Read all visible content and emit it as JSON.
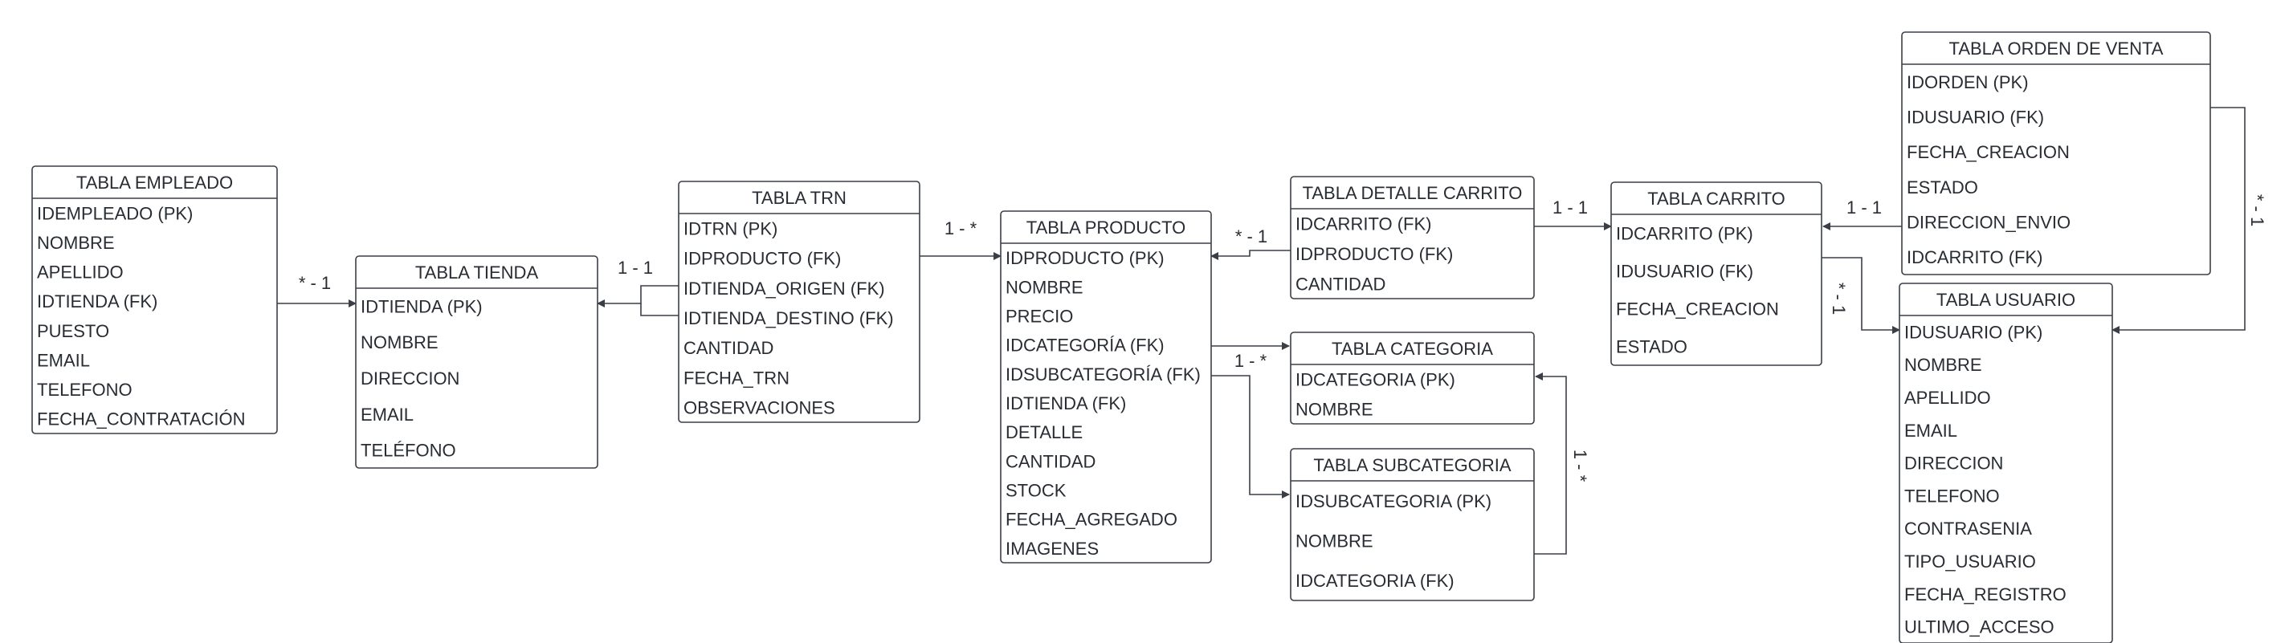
{
  "tables": {
    "empleado": {
      "title": "TABLA EMPLEADO",
      "fields": [
        "IDEMPLEADO (PK)",
        "NOMBRE",
        "APELLIDO",
        "IDTIENDA (FK)",
        "PUESTO",
        "EMAIL",
        "TELEFONO",
        "FECHA_CONTRATACIÓN"
      ]
    },
    "tienda": {
      "title": "TABLA TIENDA",
      "fields": [
        "IDTIENDA (PK)",
        "NOMBRE",
        "DIRECCION",
        "EMAIL",
        "TELÉFONO"
      ]
    },
    "trn": {
      "title": "TABLA TRN",
      "fields": [
        "IDTRN (PK)",
        "IDPRODUCTO (FK)",
        "IDTIENDA_ORIGEN (FK)",
        "IDTIENDA_DESTINO (FK)",
        "CANTIDAD",
        "FECHA_TRN",
        "OBSERVACIONES"
      ]
    },
    "producto": {
      "title": "TABLA PRODUCTO",
      "fields": [
        "IDPRODUCTO (PK)",
        "NOMBRE",
        "PRECIO",
        "IDCATEGORÍA (FK)",
        "IDSUBCATEGORÍA (FK)",
        "IDTIENDA (FK)",
        "DETALLE",
        "CANTIDAD",
        "STOCK",
        "FECHA_AGREGADO",
        "IMAGENES"
      ]
    },
    "detalle_carrito": {
      "title": "TABLA DETALLE CARRITO",
      "fields": [
        "IDCARRITO (FK)",
        "IDPRODUCTO (FK)",
        "CANTIDAD"
      ]
    },
    "categoria": {
      "title": "TABLA CATEGORIA",
      "fields": [
        "IDCATEGORIA (PK)",
        "NOMBRE"
      ]
    },
    "subcategoria": {
      "title": "TABLA SUBCATEGORIA",
      "fields": [
        "IDSUBCATEGORIA (PK)",
        "NOMBRE",
        "IDCATEGORIA (FK)"
      ]
    },
    "carrito": {
      "title": "TABLA CARRITO",
      "fields": [
        "IDCARRITO (PK)",
        "IDUSUARIO (FK)",
        "FECHA_CREACION",
        "ESTADO"
      ]
    },
    "orden_venta": {
      "title": "TABLA ORDEN DE VENTA",
      "fields": [
        "IDORDEN (PK)",
        "IDUSUARIO (FK)",
        "FECHA_CREACION",
        "ESTADO",
        "DIRECCION_ENVIO",
        "IDCARRITO (FK)"
      ]
    },
    "usuario": {
      "title": "TABLA USUARIO",
      "fields": [
        "IDUSUARIO (PK)",
        "NOMBRE",
        "APELLIDO",
        "EMAIL",
        "DIRECCION",
        "TELEFONO",
        "CONTRASENIA",
        "TIPO_USUARIO",
        "FECHA_REGISTRO",
        "ULTIMO_ACCESO"
      ]
    }
  },
  "relationships": {
    "empleado_tienda": "* - 1",
    "trn_tienda": "1 - 1",
    "trn_producto": "1 - *",
    "detalle_producto": "* - 1",
    "producto_categoria": "1 - *",
    "categoria_subcategoria": "1 - *",
    "detalle_carrito": "1 - 1",
    "orden_carrito": "1 - 1",
    "carrito_usuario": "* - 1",
    "orden_usuario": "* - 1"
  }
}
